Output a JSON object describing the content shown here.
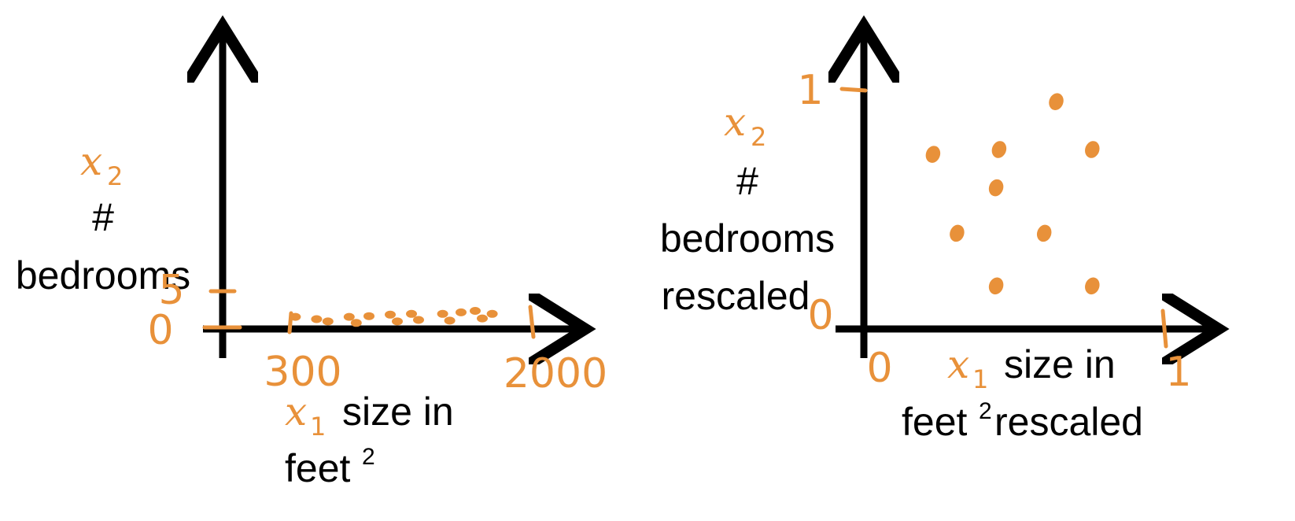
{
  "colors": {
    "axis": "#000000",
    "accent": "#e8913a"
  },
  "left_plot": {
    "y_var": "x",
    "y_sub": "2",
    "y_label_line1": "#",
    "y_label_line2": "bedrooms",
    "x_var": "x",
    "x_sub": "1",
    "x_label_line1": "size in",
    "x_label_line2": "feet",
    "x_label_sup": "2",
    "y_tick_top": "5",
    "y_tick_bottom": "0",
    "x_tick_min": "300",
    "x_tick_max": "2000"
  },
  "right_plot": {
    "y_var": "x",
    "y_sub": "2",
    "y_label_line1": "#",
    "y_label_line2": "bedrooms",
    "y_label_line3": "rescaled",
    "x_var": "x",
    "x_sub": "1",
    "x_label_line1": "size in",
    "x_label_line2": "feet",
    "x_label_sup": "2",
    "x_label_line2b": " rescaled",
    "y_tick_top": "1",
    "y_tick_bottom": "0",
    "x_tick_min": "0",
    "x_tick_max": "1"
  },
  "chart_data": [
    {
      "type": "scatter",
      "panel": "left",
      "x_range": [
        300,
        2000
      ],
      "y_range": [
        0,
        5
      ],
      "points": [
        {
          "x": 330,
          "y": 1.6
        },
        {
          "x": 480,
          "y": 1.3
        },
        {
          "x": 560,
          "y": 1.0
        },
        {
          "x": 710,
          "y": 1.6
        },
        {
          "x": 760,
          "y": 0.8
        },
        {
          "x": 850,
          "y": 1.7
        },
        {
          "x": 1000,
          "y": 1.9
        },
        {
          "x": 1050,
          "y": 1.0
        },
        {
          "x": 1150,
          "y": 2.0
        },
        {
          "x": 1200,
          "y": 1.2
        },
        {
          "x": 1370,
          "y": 2.0
        },
        {
          "x": 1420,
          "y": 1.1
        },
        {
          "x": 1500,
          "y": 2.2
        },
        {
          "x": 1600,
          "y": 2.4
        },
        {
          "x": 1650,
          "y": 1.4
        },
        {
          "x": 1720,
          "y": 2.0
        }
      ]
    },
    {
      "type": "scatter",
      "panel": "right",
      "x_range": [
        0,
        1
      ],
      "y_range": [
        0,
        1
      ],
      "points": [
        {
          "x": 0.23,
          "y": 0.73
        },
        {
          "x": 0.45,
          "y": 0.75
        },
        {
          "x": 0.64,
          "y": 0.95
        },
        {
          "x": 0.76,
          "y": 0.75
        },
        {
          "x": 0.44,
          "y": 0.59
        },
        {
          "x": 0.31,
          "y": 0.4
        },
        {
          "x": 0.6,
          "y": 0.4
        },
        {
          "x": 0.44,
          "y": 0.18
        },
        {
          "x": 0.76,
          "y": 0.18
        }
      ]
    }
  ]
}
